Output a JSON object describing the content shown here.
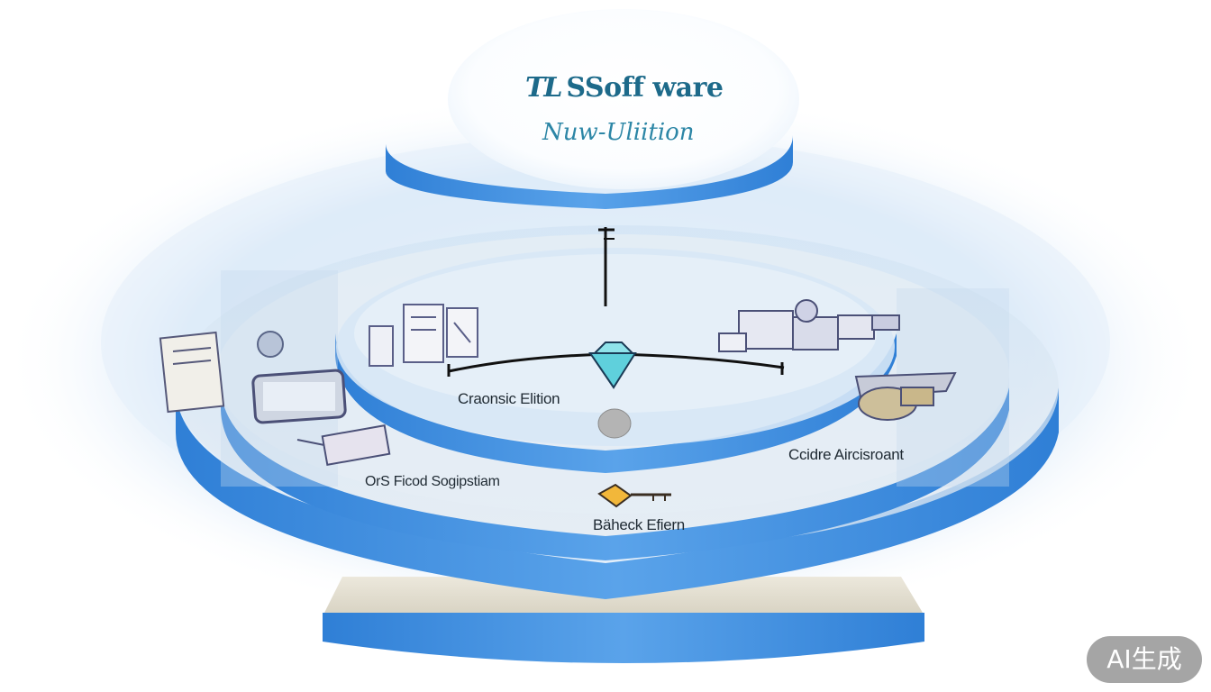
{
  "header": {
    "logo_mark": "TL",
    "title": "SSoff ware",
    "subtitle": "Nuw-Uliition"
  },
  "labels": {
    "classic": "Craonsic Elition",
    "core": "Ccidre Aircisroant",
    "open": "OrS Ficod Sogipstiam",
    "basic": "Bäheck Efiern"
  },
  "watermark": "AI生成",
  "colors": {
    "ring_blue": "#3d8fe0",
    "ring_blue_dark": "#2a74c8",
    "glass": "#dbe9f7",
    "accent_teal": "#1d6a8a",
    "marker": "#5fd0dc"
  }
}
